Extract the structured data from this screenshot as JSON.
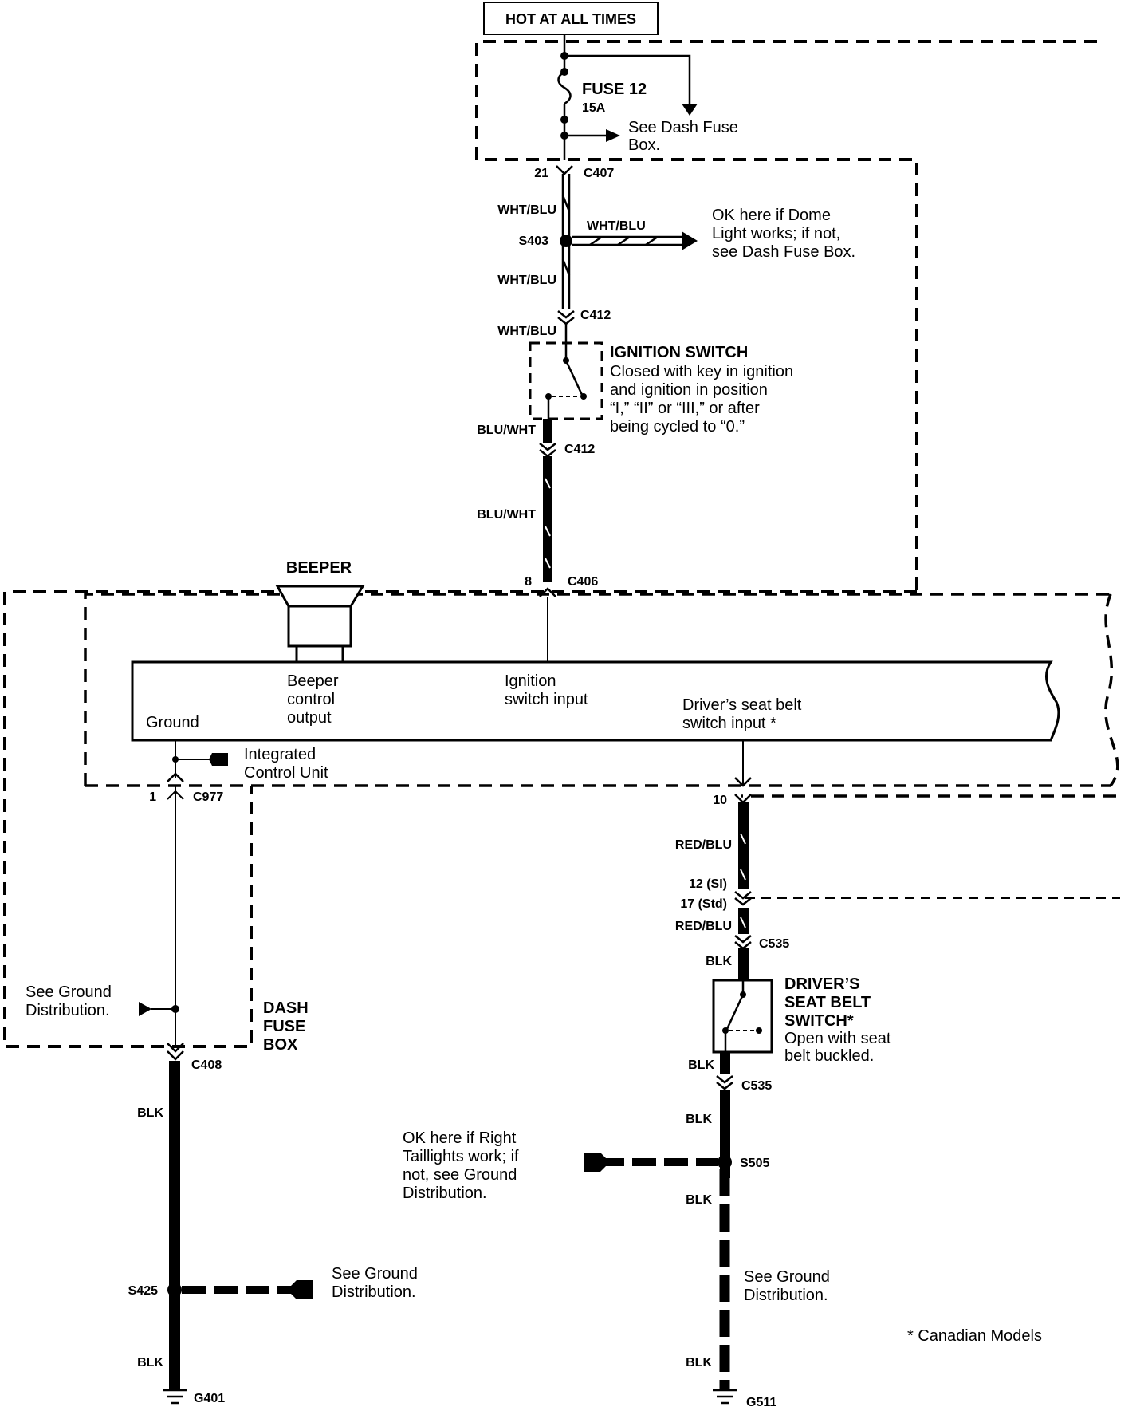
{
  "power": {
    "source": "HOT AT ALL TIMES"
  },
  "fuse": {
    "name": "FUSE 12",
    "rating": "15A",
    "note_line1": "See Dash Fuse",
    "note_line2": "Box."
  },
  "connectors": {
    "c407_pin": "21",
    "c407": "C407",
    "s403": "S403",
    "c412_top": "C412",
    "c412_bottom": "C412",
    "c406_pin": "8",
    "c406": "C406",
    "c977_pin": "1",
    "c977": "C977",
    "c408": "C408",
    "s425": "S425",
    "g401": "G401",
    "pin10": "10",
    "pin12": "12  (SI)",
    "pin17": "17  (Std)",
    "c535_top": "C535",
    "c535_bottom": "C535",
    "s505": "S505",
    "g511": "G511"
  },
  "wires": {
    "wht_blu_1": "WHT/BLU",
    "wht_blu_branch": "WHT/BLU",
    "wht_blu_2": "WHT/BLU",
    "wht_blu_3": "WHT/BLU",
    "blu_wht_1": "BLU/WHT",
    "blu_wht_2": "BLU/WHT",
    "blk_left_1": "BLK",
    "blk_left_2": "BLK",
    "red_blu_1": "RED/BLU",
    "red_blu_2": "RED/BLU",
    "blk_right_1": "BLK",
    "blk_right_2": "BLK",
    "blk_right_3": "BLK",
    "blk_right_4": "BLK",
    "blk_right_5": "BLK"
  },
  "notes": {
    "dome_1": "OK here if Dome",
    "dome_2": "Light works; if not,",
    "dome_3": "see Dash Fuse Box.",
    "ground_dist_left_1": "See Ground",
    "ground_dist_left_2": "Distribution.",
    "ground_dist_mid_1": "See Ground",
    "ground_dist_mid_2": "Distribution.",
    "ground_dist_right_1": "See Ground",
    "ground_dist_right_2": "Distribution.",
    "taillights_1": "OK here if Right",
    "taillights_2": "Taillights work; if",
    "taillights_3": "not, see Ground",
    "taillights_4": "Distribution.",
    "canadian": "* Canadian Models"
  },
  "ignition_switch": {
    "title": "IGNITION SWITCH",
    "desc_1": "Closed with key in ignition",
    "desc_2": "and ignition in position",
    "desc_3": "“I,” “II” or “III,” or after",
    "desc_4": "being cycled to “0.”"
  },
  "beeper": {
    "title": "BEEPER"
  },
  "icu": {
    "ground": "Ground",
    "beeper_1": "Beeper",
    "beeper_2": "control",
    "beeper_3": "output",
    "ign_1": "Ignition",
    "ign_2": "switch input",
    "seat_1": "Driver’s seat belt",
    "seat_2": "switch input *",
    "name_1": "Integrated",
    "name_2": "Control Unit"
  },
  "dash_fuse_box": {
    "line1": "DASH",
    "line2": "FUSE",
    "line3": "BOX"
  },
  "seat_belt_switch": {
    "line1": "DRIVER’S",
    "line2": "SEAT BELT",
    "line3": "SWITCH*",
    "desc_1": "Open with seat",
    "desc_2": "belt buckled."
  }
}
